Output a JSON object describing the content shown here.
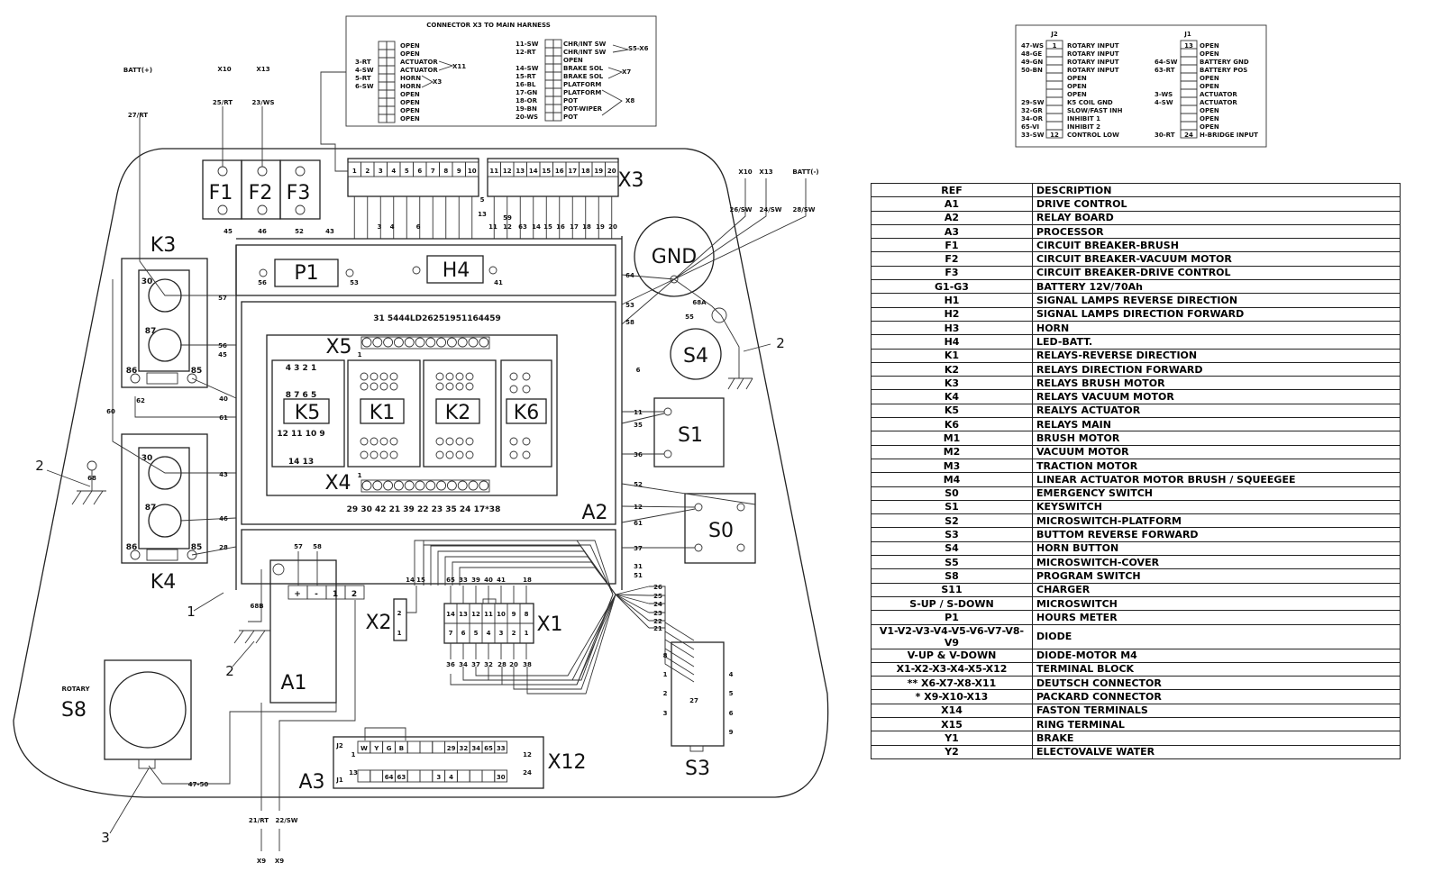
{
  "connector_x3": {
    "title": "CONNECTOR X3 TO MAIN HARNESS",
    "left_rows": [
      {
        "wire": "",
        "label": "OPEN"
      },
      {
        "wire": "",
        "label": "OPEN"
      },
      {
        "wire": "3-RT",
        "label": "ACTUATOR"
      },
      {
        "wire": "4-SW",
        "label": "ACTUATOR"
      },
      {
        "wire": "5-RT",
        "label": "HORN"
      },
      {
        "wire": "6-SW",
        "label": "HORN"
      },
      {
        "wire": "",
        "label": "OPEN"
      },
      {
        "wire": "",
        "label": "OPEN"
      },
      {
        "wire": "",
        "label": "OPEN"
      },
      {
        "wire": "",
        "label": "OPEN"
      }
    ],
    "right_rows": [
      {
        "wire": "11-SW",
        "label": "CHR/INT SW"
      },
      {
        "wire": "12-RT",
        "label": "CHR/INT SW"
      },
      {
        "wire": "",
        "label": "OPEN"
      },
      {
        "wire": "14-SW",
        "label": "BRAKE SOL"
      },
      {
        "wire": "15-RT",
        "label": "BRAKE SOL"
      },
      {
        "wire": "16-BL",
        "label": "PLATFORM"
      },
      {
        "wire": "17-GN",
        "label": "PLATFORM"
      },
      {
        "wire": "18-OR",
        "label": "POT"
      },
      {
        "wire": "19-BN",
        "label": "POT-WIPER"
      },
      {
        "wire": "20-WS",
        "label": "POT"
      }
    ],
    "groups": [
      "X11",
      "X3",
      "S5-X6",
      "X7",
      "X8"
    ]
  },
  "j_connectors": {
    "j2_title": "J2",
    "j1_title": "J1",
    "j2_rows": [
      {
        "wire": "47-WS",
        "pin": "1",
        "label": "ROTARY INPUT"
      },
      {
        "wire": "48-GE",
        "pin": "",
        "label": "ROTARY INPUT"
      },
      {
        "wire": "49-GN",
        "pin": "",
        "label": "ROTARY INPUT"
      },
      {
        "wire": "50-BN",
        "pin": "",
        "label": "ROTARY INPUT"
      },
      {
        "wire": "",
        "pin": "",
        "label": "OPEN"
      },
      {
        "wire": "",
        "pin": "",
        "label": "OPEN"
      },
      {
        "wire": "",
        "pin": "",
        "label": "OPEN"
      },
      {
        "wire": "29-SW",
        "pin": "",
        "label": "K5 COIL GND"
      },
      {
        "wire": "32-GR",
        "pin": "",
        "label": "SLOW/FAST INH"
      },
      {
        "wire": "34-OR",
        "pin": "",
        "label": "INHIBIT 1"
      },
      {
        "wire": "65-VI",
        "pin": "",
        "label": "INHIBIT 2"
      },
      {
        "wire": "33-SW",
        "pin": "12",
        "label": "CONTROL LOW"
      }
    ],
    "j1_rows": [
      {
        "wire": "",
        "pin": "13",
        "label": "OPEN"
      },
      {
        "wire": "",
        "pin": "",
        "label": "OPEN"
      },
      {
        "wire": "64-SW",
        "pin": "",
        "label": "BATTERY GND"
      },
      {
        "wire": "63-RT",
        "pin": "",
        "label": "BATTERY POS"
      },
      {
        "wire": "",
        "pin": "",
        "label": "OPEN"
      },
      {
        "wire": "",
        "pin": "",
        "label": "OPEN"
      },
      {
        "wire": "3-WS",
        "pin": "",
        "label": "ACTUATOR"
      },
      {
        "wire": "4-SW",
        "pin": "",
        "label": "ACTUATOR"
      },
      {
        "wire": "",
        "pin": "",
        "label": "OPEN"
      },
      {
        "wire": "",
        "pin": "",
        "label": "OPEN"
      },
      {
        "wire": "",
        "pin": "",
        "label": "OPEN"
      },
      {
        "wire": "30-RT",
        "pin": "24",
        "label": "H-BRIDGE INPUT"
      }
    ]
  },
  "components": {
    "F1": "F1",
    "F2": "F2",
    "F3": "F3",
    "X3": "X3",
    "K3": "K3",
    "K4": "K4",
    "P1": "P1",
    "H4": "H4",
    "X5": "X5",
    "X4": "X4",
    "K5": "K5",
    "K1": "K1",
    "K2": "K2",
    "K6": "K6",
    "A2": "A2",
    "GND": "GND",
    "S4": "S4",
    "S1": "S1",
    "S0": "S0",
    "S3": "S3",
    "X2": "X2",
    "X1": "X1",
    "A1": "A1",
    "A3": "A3",
    "X12": "X12",
    "S8": "S8",
    "rotary": "ROTARY"
  },
  "x3_terminals_a": [
    "1",
    "2",
    "3",
    "4",
    "5",
    "6",
    "7",
    "8",
    "9",
    "10"
  ],
  "x3_terminals_b": [
    "11",
    "12",
    "13",
    "14",
    "15",
    "16",
    "17",
    "18",
    "19",
    "20"
  ],
  "wire_labels": [
    "BATT(+)",
    "27/RT",
    "X10",
    "X13",
    "25/RT",
    "23/WS",
    "45",
    "46",
    "52",
    "43",
    "3",
    "4",
    "6",
    "5",
    "13",
    "59",
    "11",
    "12",
    "63",
    "14",
    "15",
    "16",
    "17",
    "18",
    "19",
    "20",
    "X10",
    "X13",
    "BATT(-)",
    "26/SW",
    "24/SW",
    "28/SW",
    "64",
    "53",
    "58",
    "68A",
    "55",
    "2",
    "6",
    "11",
    "35",
    "36",
    "52",
    "12",
    "61",
    "37",
    "31",
    "51",
    "26",
    "25",
    "24",
    "23",
    "22",
    "21",
    "57",
    "56",
    "45",
    "40",
    "61",
    "62",
    "60",
    "43",
    "46",
    "28",
    "68",
    "2",
    "1",
    "68B",
    "2",
    "3",
    "56",
    "53",
    "41",
    "57",
    "58",
    "14",
    "15",
    "65",
    "33",
    "39",
    "40",
    "41",
    "18",
    "36",
    "34",
    "37",
    "32",
    "28",
    "20",
    "38",
    "47-50",
    "21/RT",
    "22/SW",
    "X9",
    "X9",
    "1",
    "1"
  ],
  "x5_numbers": "31 5444LD26251951164459",
  "x4_numbers": "29  30 42 21 39 22 23 35 24 17*38",
  "relay_pins": [
    "30",
    "87",
    "86",
    "85"
  ],
  "k5_pins": [
    "4  3  2  1",
    "8   7  6  5",
    "12 11 10  9",
    "14  13"
  ],
  "a1_terminals": [
    "+",
    "-",
    "1",
    "2"
  ],
  "x1_top": [
    "14",
    "13",
    "12",
    "11",
    "10",
    "9",
    "8"
  ],
  "x1_bottom": [
    "7",
    "6",
    "5",
    "4",
    "3",
    "2",
    "1"
  ],
  "x2_pins": [
    "2",
    "1"
  ],
  "s3_pins": [
    "8",
    "1",
    "2",
    "3",
    "4",
    "5",
    "6",
    "9",
    "27"
  ],
  "a3": {
    "j2": "J2",
    "j1": "J1",
    "j2_start": "1",
    "j2_end": "12",
    "j1_start": "13",
    "j1_end": "24",
    "j2_cells": [
      "W",
      "Y",
      "G",
      "B",
      "",
      "",
      "",
      "29",
      "32",
      "34",
      "65",
      "33"
    ],
    "j1_cells": [
      "",
      "",
      "64",
      "63",
      "",
      "",
      "3",
      "4",
      "",
      "",
      "",
      "30"
    ]
  },
  "table": {
    "header": {
      "ref": "REF",
      "description": "DESCRIPTION"
    },
    "rows": [
      [
        "A1",
        "DRIVE CONTROL"
      ],
      [
        "A2",
        "RELAY BOARD"
      ],
      [
        "A3",
        "PROCESSOR"
      ],
      [
        "F1",
        "CIRCUIT BREAKER-BRUSH"
      ],
      [
        "F2",
        "CIRCUIT BREAKER-VACUUM MOTOR"
      ],
      [
        "F3",
        "CIRCUIT BREAKER-DRIVE CONTROL"
      ],
      [
        "G1-G3",
        "BATTERY 12V/70Ah"
      ],
      [
        "H1",
        "SIGNAL LAMPS REVERSE DIRECTION"
      ],
      [
        "H2",
        "SIGNAL LAMPS DIRECTION FORWARD"
      ],
      [
        "H3",
        "HORN"
      ],
      [
        "H4",
        "LED-BATT."
      ],
      [
        "K1",
        "RELAYS-REVERSE DIRECTION"
      ],
      [
        "K2",
        "RELAYS DIRECTION FORWARD"
      ],
      [
        "K3",
        "RELAYS BRUSH MOTOR"
      ],
      [
        "K4",
        "RELAYS VACUUM MOTOR"
      ],
      [
        "K5",
        "REALYS ACTUATOR"
      ],
      [
        "K6",
        "RELAYS MAIN"
      ],
      [
        "M1",
        "BRUSH MOTOR"
      ],
      [
        "M2",
        "VACUUM MOTOR"
      ],
      [
        "M3",
        "TRACTION MOTOR"
      ],
      [
        "M4",
        "LINEAR ACTUATOR MOTOR BRUSH / SQUEEGEE"
      ],
      [
        "S0",
        "EMERGENCY SWITCH"
      ],
      [
        "S1",
        "KEYSWITCH"
      ],
      [
        "S2",
        "MICROSWITCH-PLATFORM"
      ],
      [
        "S3",
        "BUTTOM REVERSE FORWARD"
      ],
      [
        "S4",
        "HORN BUTTON"
      ],
      [
        "S5",
        "MICROSWITCH-COVER"
      ],
      [
        "S8",
        "PROGRAM SWITCH"
      ],
      [
        "S11",
        "CHARGER"
      ],
      [
        "S-UP / S-DOWN",
        "MICROSWITCH"
      ],
      [
        "P1",
        "HOURS METER"
      ],
      [
        "V1-V2-V3-V4-V5-V6-V7-V8-V9",
        "DIODE"
      ],
      [
        "V-UP & V-DOWN",
        "DIODE-MOTOR M4"
      ],
      [
        "X1-X2-X3-X4-X5-X12",
        "TERMINAL BLOCK"
      ],
      [
        "** X6-X7-X8-X11",
        "DEUTSCH CONNECTOR"
      ],
      [
        "* X9-X10-X13",
        "PACKARD CONNECTOR"
      ],
      [
        "X14",
        "FASTON TERMINALS"
      ],
      [
        "X15",
        "RING TERMINAL"
      ],
      [
        "Y1",
        "BRAKE"
      ],
      [
        "Y2",
        "ELECTOVALVE WATER"
      ]
    ]
  }
}
